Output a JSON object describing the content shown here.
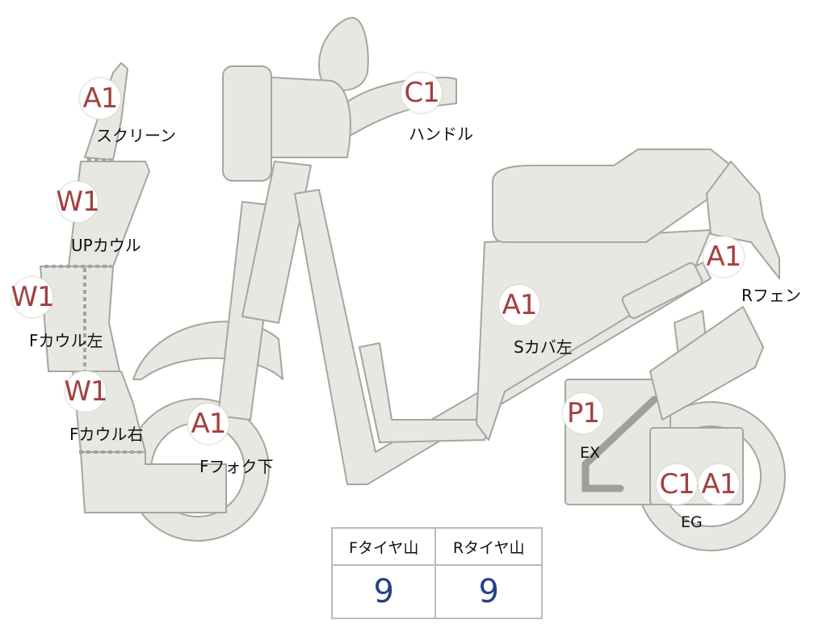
{
  "parts": [
    {
      "id": "screen",
      "code": "A1",
      "label": "スクリーン"
    },
    {
      "id": "up-cowl",
      "code": "W1",
      "label": "UPカウル"
    },
    {
      "id": "f-cowl-left",
      "code": "W1",
      "label": "Fカウル左"
    },
    {
      "id": "f-cowl-right",
      "code": "W1",
      "label": "Fカウル右"
    },
    {
      "id": "f-fork-lower",
      "code": "A1",
      "label": "Fフォク下"
    },
    {
      "id": "handle",
      "code": "C1",
      "label": "ハンドル"
    },
    {
      "id": "s-cover-left",
      "code": "A1",
      "label": "Sカバ左"
    },
    {
      "id": "r-fender",
      "code": "A1",
      "label": "Rフェン"
    },
    {
      "id": "ex",
      "code": "P1",
      "label": "EX"
    },
    {
      "id": "eg",
      "code": "C1",
      "code2": "A1",
      "label": "EG"
    }
  ],
  "tread_table": {
    "headers": [
      "Fタイヤ山",
      "Rタイヤ山"
    ],
    "values": [
      "9",
      "9"
    ]
  },
  "colors": {
    "code": "#a34040",
    "tread_value": "#27408b",
    "body_fill": "#e8e8e3",
    "outline": "#a6a6a0"
  }
}
